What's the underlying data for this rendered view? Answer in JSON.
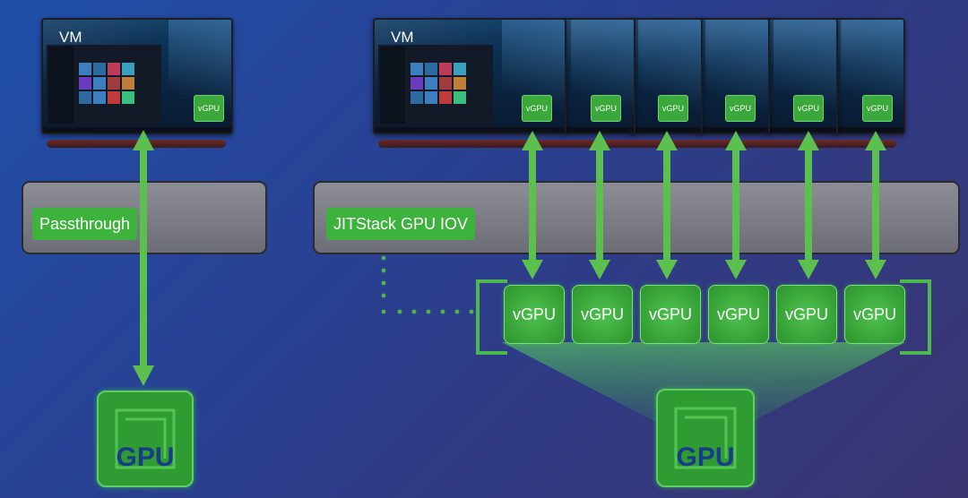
{
  "diagram": {
    "left": {
      "vm_title": "VM",
      "vm_chip": "vGPU",
      "host_label": "Passthrough",
      "gpu_label": "GPU"
    },
    "right": {
      "vm_title": "VM",
      "vm_chips": [
        "vGPU",
        "vGPU",
        "vGPU",
        "vGPU",
        "vGPU",
        "vGPU"
      ],
      "host_label": "JITStack GPU IOV",
      "vgpus": [
        "vGPU",
        "vGPU",
        "vGPU",
        "vGPU",
        "vGPU",
        "vGPU"
      ],
      "gpu_label": "GPU"
    },
    "colors": {
      "accent_green": "#3db23d",
      "arrow_green": "#5cc04f",
      "host_gray": "#7d7d85",
      "gpu_text": "#1a3a8a"
    }
  }
}
